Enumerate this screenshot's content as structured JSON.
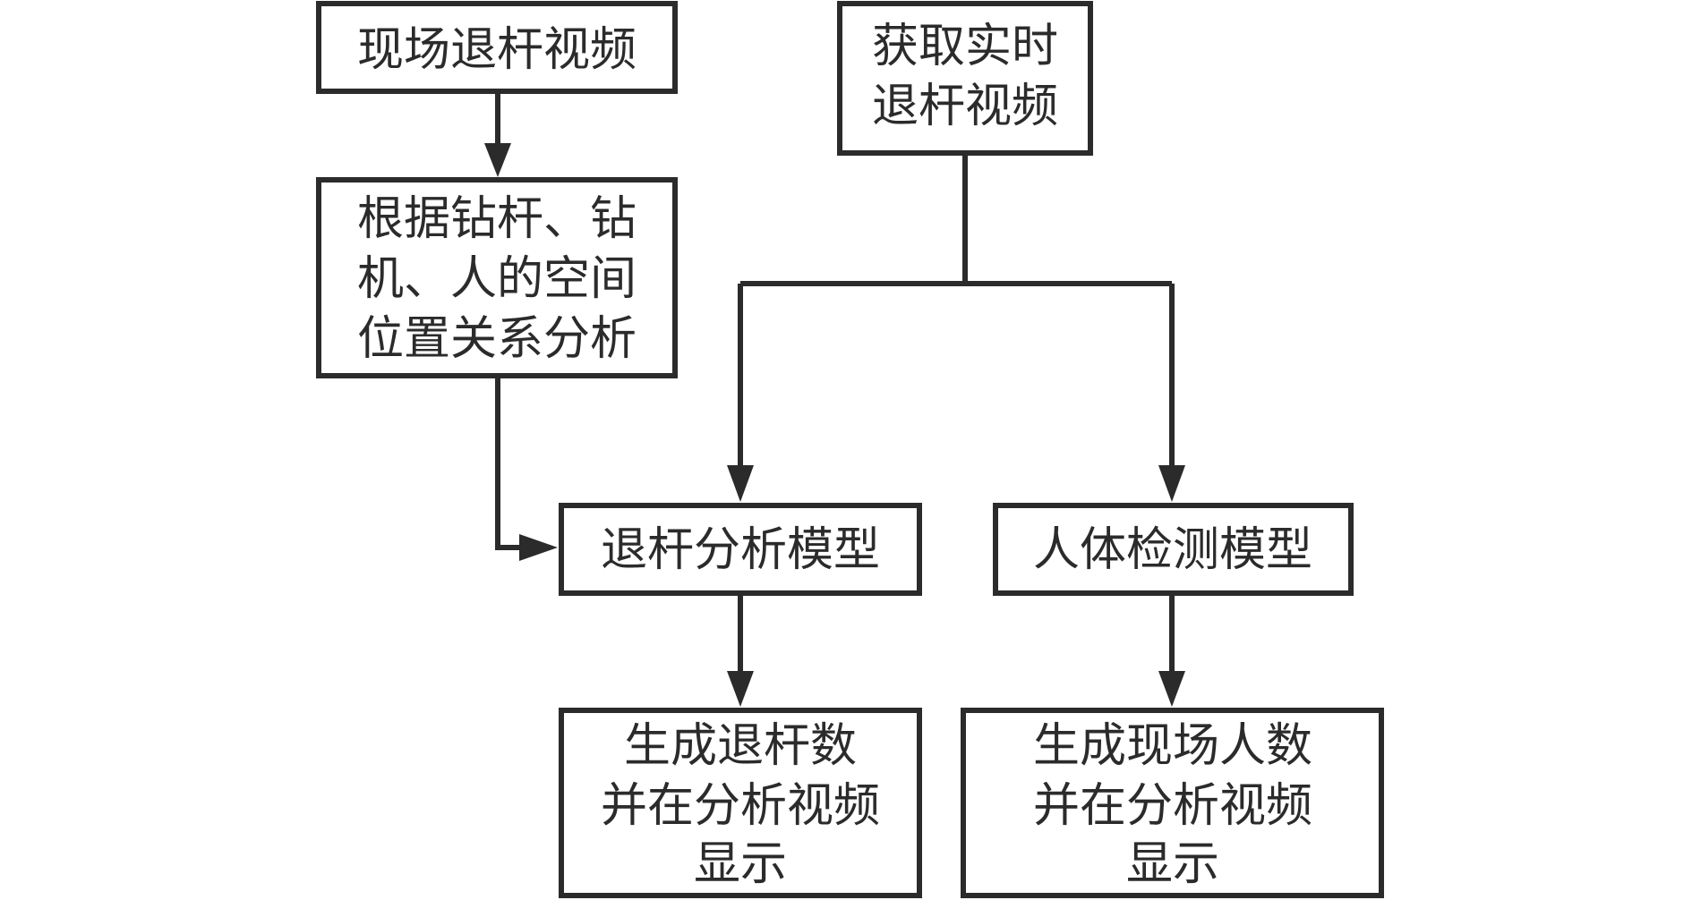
{
  "nodes": {
    "site_video": {
      "lines": [
        "现场退杆视频"
      ]
    },
    "realtime_video": {
      "lines": [
        "获取实时",
        "退杆视频"
      ]
    },
    "spatial_analysis": {
      "lines": [
        "根据钻杆、钻",
        "机、人的空间",
        "位置关系分析"
      ]
    },
    "pullback_model": {
      "lines": [
        "退杆分析模型"
      ]
    },
    "human_model": {
      "lines": [
        "人体检测模型"
      ]
    },
    "pullback_output": {
      "lines": [
        "生成退杆数",
        "并在分析视频",
        "显示"
      ]
    },
    "people_output": {
      "lines": [
        "生成现场人数",
        "并在分析视频",
        "显示"
      ]
    }
  }
}
